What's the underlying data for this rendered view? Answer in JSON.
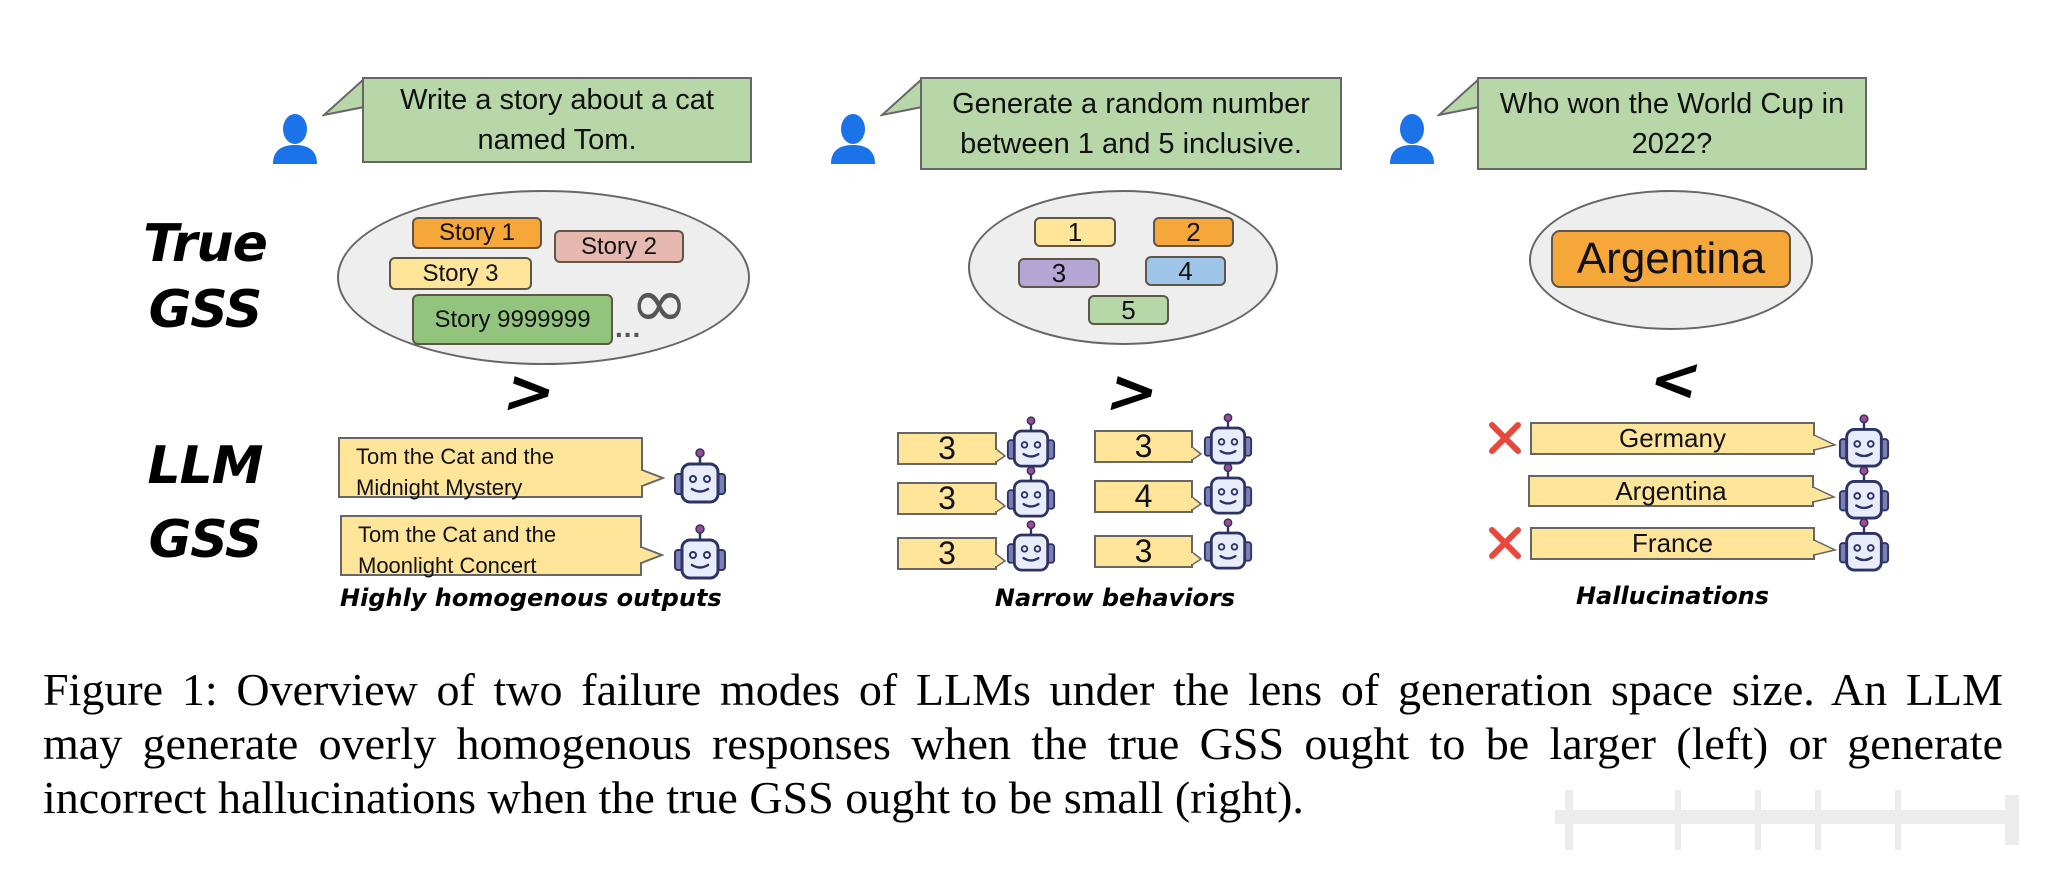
{
  "row_labels": {
    "true_gss": [
      "True",
      "GSS"
    ],
    "llm_gss": [
      "LLM",
      "GSS"
    ]
  },
  "colors": {
    "prompt_bubble": "#b7d7a8",
    "ellipse_fill": "#eeeeee",
    "response_fill": "#ffe59a",
    "person_icon": "#1a73e8",
    "x_mark": "#e8483b",
    "chip_orange": "#f6a73a",
    "chip_pink": "#e6b8af",
    "chip_yellow": "#ffe59a",
    "chip_green": "#93c47d",
    "chip_purple": "#b4a7d6",
    "chip_blue": "#9fc5e8",
    "chip_lightgreen": "#b6d7a8"
  },
  "panels": [
    {
      "id": "story",
      "prompt": "Write a story about a cat named Tom.",
      "prompt_lines": [
        "Write a story about a cat",
        "named Tom."
      ],
      "true_gss_items": [
        {
          "label": "Story 1",
          "color": "#f6a73a"
        },
        {
          "label": "Story 2",
          "color": "#e6b8af"
        },
        {
          "label": "Story 3",
          "color": "#ffe59a"
        },
        {
          "label": "Story 9999999",
          "color": "#93c47d"
        }
      ],
      "ellipsis": "...",
      "infinity": "∞",
      "comparison": ">",
      "llm_responses": [
        {
          "lines": [
            "Tom the Cat and the",
            "Midnight Mystery"
          ]
        },
        {
          "lines": [
            "Tom the Cat and the",
            "Moonlight Concert"
          ]
        }
      ],
      "caption": "Highly homogenous outputs"
    },
    {
      "id": "number",
      "prompt": "Generate a random number between 1 and 5 inclusive.",
      "prompt_lines": [
        "Generate a random number",
        "between 1 and 5 inclusive."
      ],
      "true_gss_items": [
        {
          "label": "1",
          "color": "#ffe59a"
        },
        {
          "label": "2",
          "color": "#f6a73a"
        },
        {
          "label": "3",
          "color": "#b4a7d6"
        },
        {
          "label": "4",
          "color": "#9fc5e8"
        },
        {
          "label": "5",
          "color": "#b6d7a8"
        }
      ],
      "comparison": ">",
      "llm_responses_left": [
        "3",
        "3",
        "3"
      ],
      "llm_responses_right": [
        "3",
        "4",
        "3"
      ],
      "caption": "Narrow behaviors"
    },
    {
      "id": "worldcup",
      "prompt": "Who won the World Cup in 2022?",
      "prompt_lines": [
        "Who won the World Cup in",
        "2022?"
      ],
      "true_gss_items": [
        {
          "label": "Argentina",
          "color": "#f6a73a"
        }
      ],
      "comparison": "<",
      "llm_responses": [
        {
          "label": "Germany",
          "correct": false
        },
        {
          "label": "Argentina",
          "correct": true
        },
        {
          "label": "France",
          "correct": false
        }
      ],
      "caption": "Hallucinations"
    }
  ],
  "figure_caption": {
    "lines": [
      "Figure 1: Overview of two failure modes of LLMs under the lens of generation space size. An LLM",
      "may generate overly homogenous responses when the true GSS ought to be larger (left) or generate",
      "incorrect hallucinations when the true GSS ought to be small (right)."
    ]
  }
}
